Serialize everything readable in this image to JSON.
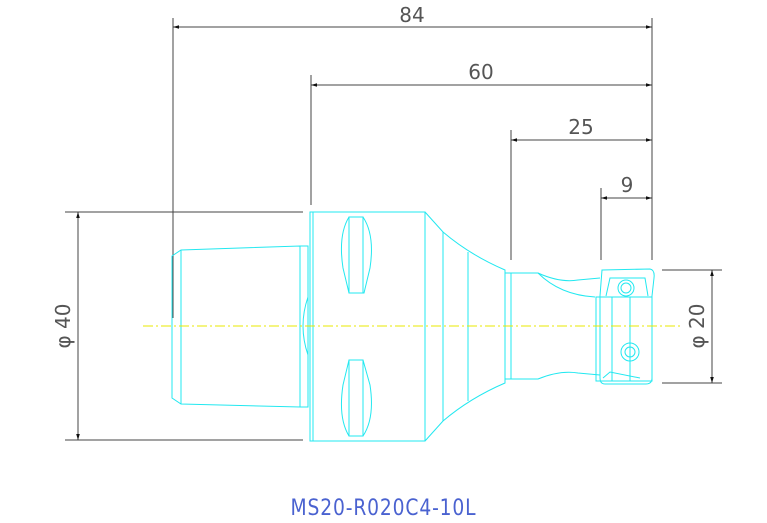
{
  "drawing": {
    "model": "MS20-R020C4-10L",
    "dimensions": {
      "overall_length": "84",
      "body_to_tip": "60",
      "neck_to_tip": "25",
      "head_length": "9",
      "body_diameter": "φ 40",
      "cutting_diameter": "φ 20"
    },
    "colors": {
      "part_outline": "#22e8f0",
      "centerline": "#e8e800",
      "dimension": "#444444",
      "label": "#4a62d0"
    }
  }
}
